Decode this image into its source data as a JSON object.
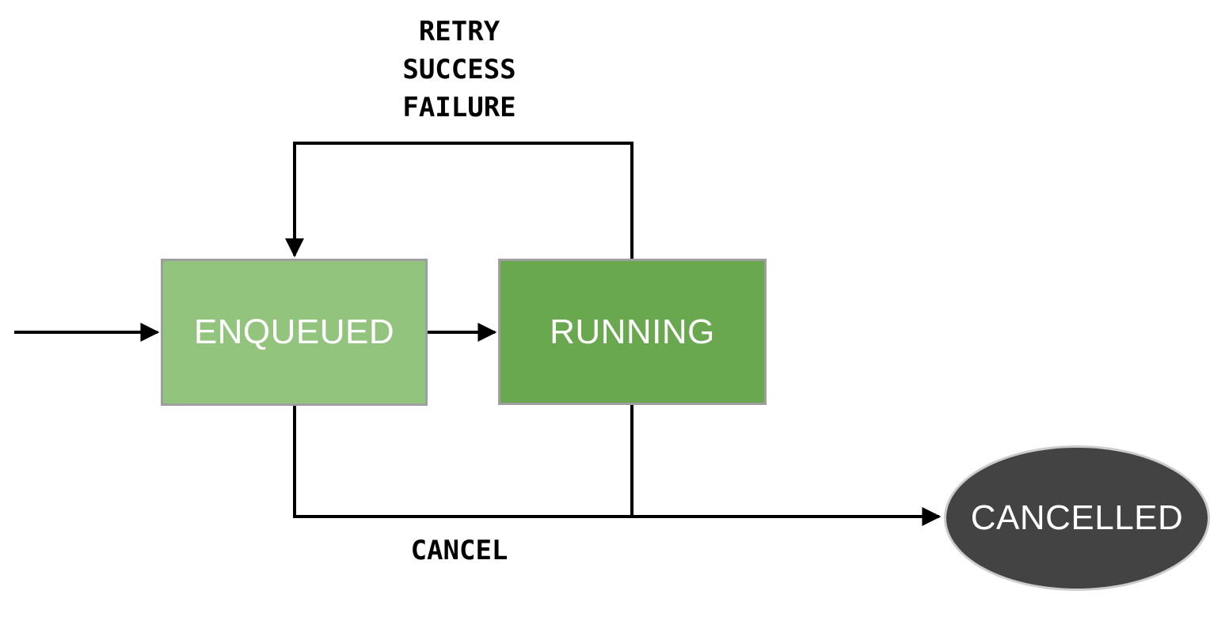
{
  "diagram": {
    "type": "state-machine",
    "nodes": [
      {
        "id": "enqueued",
        "label": "ENQUEUED",
        "shape": "rectangle",
        "fill": "#93c47d"
      },
      {
        "id": "running",
        "label": "RUNNING",
        "shape": "rectangle",
        "fill": "#6aa84f"
      },
      {
        "id": "cancelled",
        "label": "CANCELLED",
        "shape": "ellipse",
        "fill": "#434343"
      }
    ],
    "edges": [
      {
        "from": "start",
        "to": "enqueued",
        "label": ""
      },
      {
        "from": "enqueued",
        "to": "running",
        "label": ""
      },
      {
        "from": "running",
        "to": "enqueued",
        "label": "RETRY SUCCESS FAILURE",
        "label_lines": [
          "RETRY",
          "SUCCESS",
          "FAILURE"
        ]
      },
      {
        "from": "enqueued",
        "to": "cancelled",
        "label": "CANCEL"
      },
      {
        "from": "running",
        "to": "cancelled",
        "label": "CANCEL"
      }
    ]
  },
  "colors": {
    "canvas_bg": "#ffffff",
    "enqueued_fill": "#93c47d",
    "running_fill": "#6aa84f",
    "cancelled_fill": "#434343",
    "node_border": "#9e9e9e",
    "ellipse_border": "#cccccc",
    "edge_color": "#000000",
    "node_text": "#ffffff",
    "label_text": "#000000"
  }
}
